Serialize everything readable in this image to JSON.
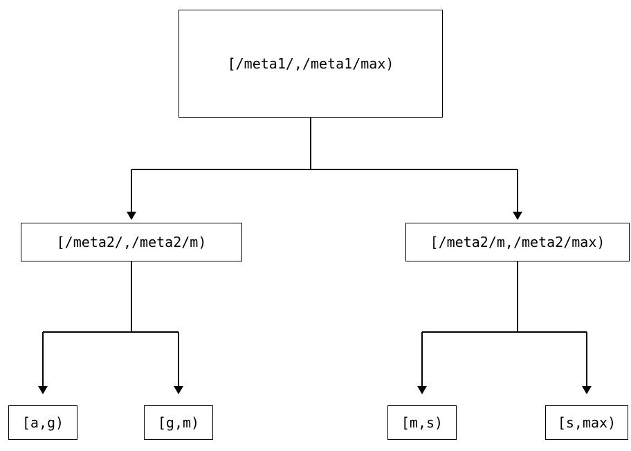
{
  "diagram": {
    "type": "tree",
    "colors": {
      "line": "#000000",
      "box_border": "#000000",
      "background": "#ffffff",
      "text": "#000000"
    },
    "root": {
      "label": "[/meta1/,/meta1/max)"
    },
    "branches": [
      {
        "label": "[/meta2/,/meta2/m)",
        "children": [
          {
            "label": "[a,g)"
          },
          {
            "label": "[g,m)"
          }
        ]
      },
      {
        "label": "[/meta2/m,/meta2/max)",
        "children": [
          {
            "label": "[m,s)"
          },
          {
            "label": "[s,max)"
          }
        ]
      }
    ]
  }
}
